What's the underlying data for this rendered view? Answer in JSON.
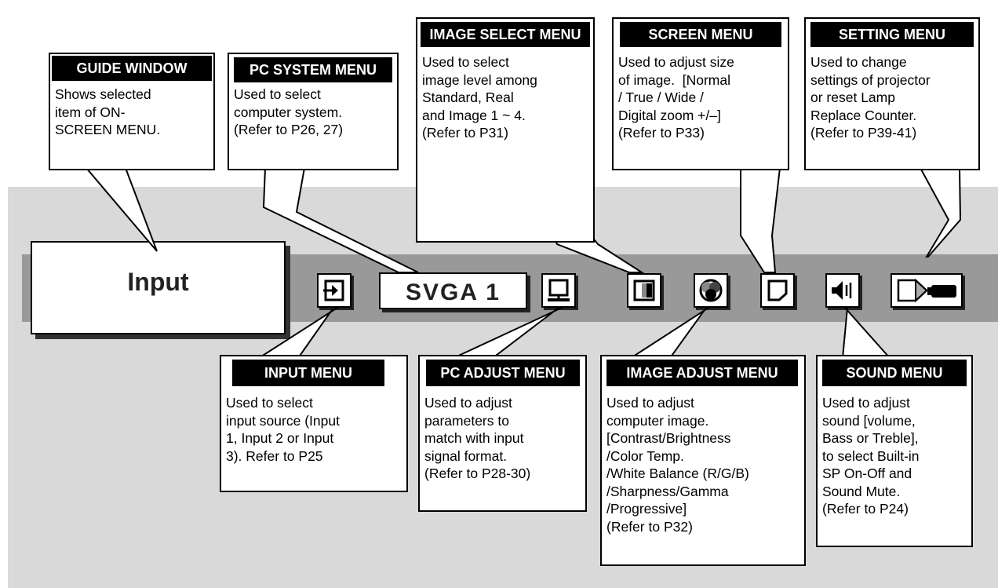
{
  "menu_bar": {
    "guide_window_value": "Input",
    "pc_system_value": "SVGA 1",
    "icons": [
      "input-icon",
      "pc-adjust-icon",
      "image-select-icon",
      "image-adjust-icon",
      "screen-icon",
      "sound-icon",
      "setting-icon"
    ]
  },
  "callouts": {
    "guide_window": {
      "title": "GUIDE WINDOW",
      "body": "Shows selected\nitem of ON-\nSCREEN MENU."
    },
    "pc_system": {
      "title": "PC SYSTEM MENU",
      "body": "Used to select\ncomputer system.\n(Refer to P26, 27)"
    },
    "image_select": {
      "title": "IMAGE SELECT MENU",
      "body": "Used to select\nimage level among\nStandard, Real\nand Image 1 ~ 4.\n(Refer to P31)"
    },
    "screen": {
      "title": "SCREEN MENU",
      "body": "Used to adjust size\nof image.  [Normal\n/ True / Wide /\nDigital zoom +/–]\n(Refer to P33)"
    },
    "setting": {
      "title": "SETTING MENU",
      "body": "Used to change\nsettings of projector\nor reset Lamp\nReplace Counter.\n(Refer to P39-41)"
    },
    "input": {
      "title": "INPUT MENU",
      "body": "Used to select\ninput source (Input\n1, Input 2 or Input\n3). Refer to P25"
    },
    "pc_adjust": {
      "title": "PC ADJUST MENU",
      "body": "Used to adjust\nparameters to\nmatch with input\nsignal format.\n(Refer to P28-30)"
    },
    "image_adjust": {
      "title": "IMAGE ADJUST MENU",
      "body": "Used to adjust\ncomputer image.\n[Contrast/Brightness\n/Color Temp.\n/White Balance (R/G/B)\n/Sharpness/Gamma\n/Progressive]\n(Refer to P32)"
    },
    "sound": {
      "title": "SOUND MENU",
      "body": "Used to adjust\nsound [volume,\nBass or Treble],\nto select Built-in\nSP On-Off and\nSound Mute.\n(Refer to P24)"
    }
  }
}
